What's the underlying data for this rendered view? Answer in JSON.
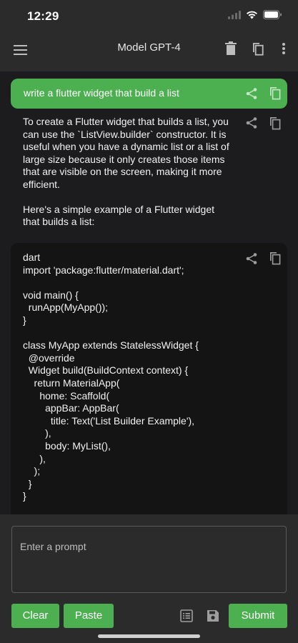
{
  "status_bar": {
    "time": "12:29"
  },
  "app_bar": {
    "title": "Model GPT-4",
    "menu_icon": "hamburger-menu-icon",
    "delete_icon": "trash-icon",
    "copy_icon": "copy-icon",
    "more_icon": "more-vertical-icon"
  },
  "conversation": {
    "user_message": "write a flutter widget that build a list",
    "assistant_text": "To create a Flutter widget that builds a list, you\ncan use the `ListView.builder` constructor. It is\nuseful when you have a dynamic list or a list of\nlarge size because it only creates those items\nthat are visible on the screen, making it more\nefficient.\n\nHere's a simple example of a Flutter widget\nthat builds a list:",
    "code": "dart\nimport 'package:flutter/material.dart';\n\nvoid main() {\n  runApp(MyApp());\n}\n\nclass MyApp extends StatelessWidget {\n  @override\n  Widget build(BuildContext context) {\n    return MaterialApp(\n      home: Scaffold(\n        appBar: AppBar(\n          title: Text('List Builder Example'),\n        ),\n        body: MyList(),\n      ),\n    );\n  }\n}"
  },
  "composer": {
    "placeholder": "Enter a prompt",
    "value": "",
    "clear_label": "Clear",
    "paste_label": "Paste",
    "submit_label": "Submit"
  },
  "colors": {
    "accent": "#4caf50",
    "background": "#1c1c1e",
    "bar": "#2b2b2b",
    "code_background": "#141414"
  }
}
